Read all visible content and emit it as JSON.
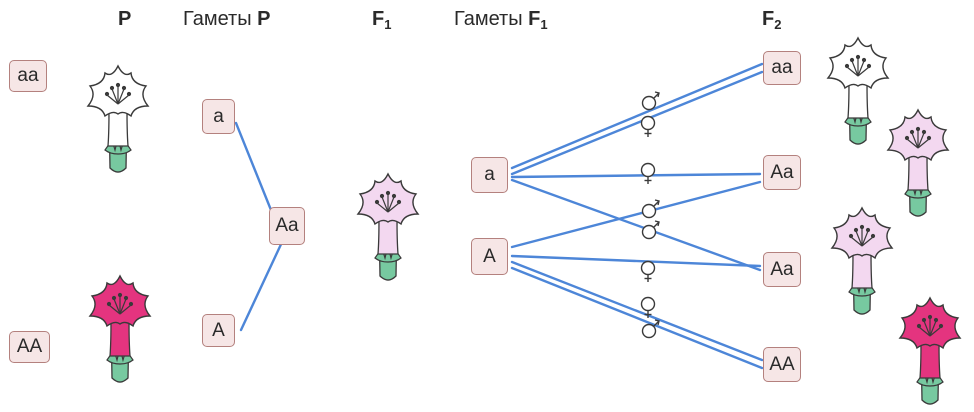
{
  "headers": {
    "p": "P",
    "gametes_p_prefix": "Гаметы",
    "gametes_p_symbol": "P",
    "f1": "F",
    "f1_sub": "1",
    "gametes_f1_prefix": "Гаметы",
    "gametes_f1_symbol": "F",
    "gametes_f1_sub": "1",
    "f2": "F",
    "f2_sub": "2"
  },
  "genotypes": {
    "p_white": "aa",
    "p_red": "AA",
    "gamete_p_white": "a",
    "gamete_p_red": "A",
    "f1": "Aa",
    "gamete_f1_a": "a",
    "gamete_f1_A": "A",
    "f2_1": "aa",
    "f2_2": "Aa",
    "f2_3": "Aa",
    "f2_4": "AA"
  },
  "symbols": {
    "male": "♂",
    "female": "♀"
  },
  "colors": {
    "white_flower": "#ffffff",
    "pink_flower": "#f3d8f0",
    "red_flower": "#e4347f",
    "stem": "#77c9a0",
    "line": "#4d86d8",
    "box_fill": "#f6e6e6",
    "box_border": "#b4817e"
  }
}
